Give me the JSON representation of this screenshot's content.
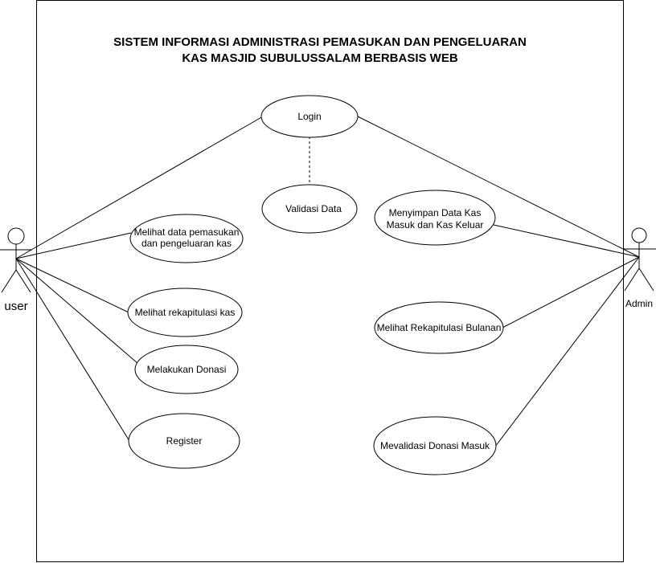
{
  "title": {
    "line1": "SISTEM INFORMASI ADMINISTRASI PEMASUKAN DAN PENGELUARAN",
    "line2": "KAS MASJID SUBULUSSALAM BERBASIS WEB"
  },
  "actors": {
    "user": "user",
    "admin": "Admin"
  },
  "use_cases": {
    "login": [
      "Login"
    ],
    "validasi": [
      "Validasi Data"
    ],
    "melihat_data": [
      "Melihat data pemasukan",
      "dan pengeluaran kas"
    ],
    "rekap_kas": [
      "Melihat rekapitulasi kas"
    ],
    "donasi": [
      "Melakukan Donasi"
    ],
    "register": [
      "Register"
    ],
    "menyimpan": [
      "Menyimpan Data Kas",
      "Masuk dan Kas Keluar"
    ],
    "rekap_bulanan": [
      "Melihat Rekapitulasi Bulanan"
    ],
    "mevalidasi": [
      "Mevalidasi Donasi Masuk"
    ]
  }
}
